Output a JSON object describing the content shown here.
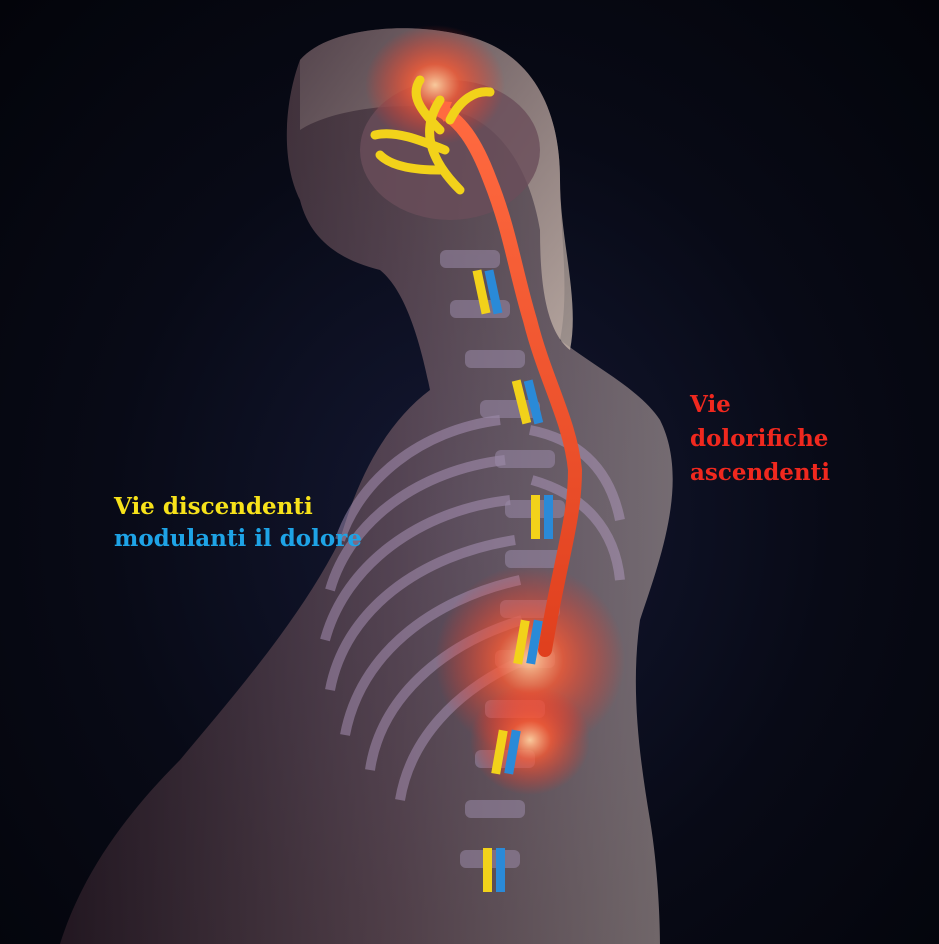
{
  "labels": {
    "descending_line1": "Vie discendenti",
    "descending_line2": "modulanti il dolore",
    "ascending_line1": "Vie",
    "ascending_line2": "dolorifiche",
    "ascending_line3": "ascendenti"
  },
  "colors": {
    "descending_yellow": "#f7e21a",
    "descending_blue": "#1ea3e6",
    "ascending_red": "#f0281e",
    "pain_glow": "#ff4a2a",
    "background": "#05060f"
  }
}
